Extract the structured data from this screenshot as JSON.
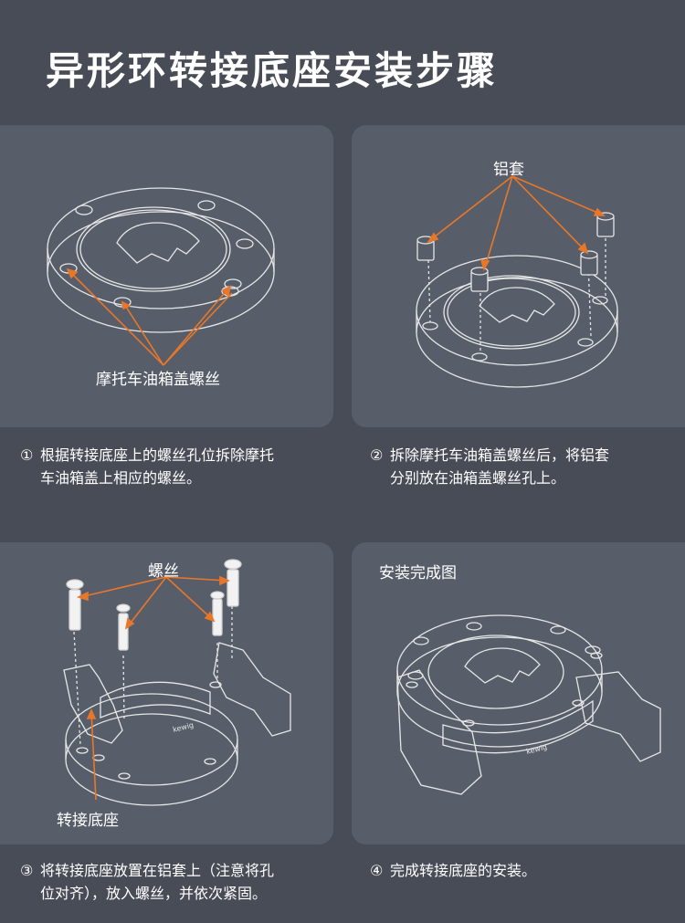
{
  "title": "异形环转接底座安装步骤",
  "colors": {
    "background": "#474c56",
    "panel": "#585e69",
    "accent": "#e8772a",
    "line": "#e6e6e6"
  },
  "steps": [
    {
      "label": "摩托车油箱盖螺丝",
      "number": "①",
      "caption_line1": "根据转接底座上的螺丝孔位拆除摩托",
      "caption_line2": "车油箱盖上相应的螺丝。"
    },
    {
      "label": "铝套",
      "number": "②",
      "caption_line1": "拆除摩托车油箱盖螺丝后，将铝套",
      "caption_line2": "分别放在油箱盖螺丝孔上。"
    },
    {
      "label": "螺丝",
      "label2": "转接底座",
      "number": "③",
      "caption_line1": "将转接底座放置在铝套上（注意将孔",
      "caption_line2": "位对齐），放入螺丝，并依次紧固。"
    },
    {
      "label": "安装完成图",
      "number": "④",
      "caption_line1": "完成转接底座的安装。",
      "caption_line2": ""
    }
  ],
  "base_logo_text": "kewig"
}
